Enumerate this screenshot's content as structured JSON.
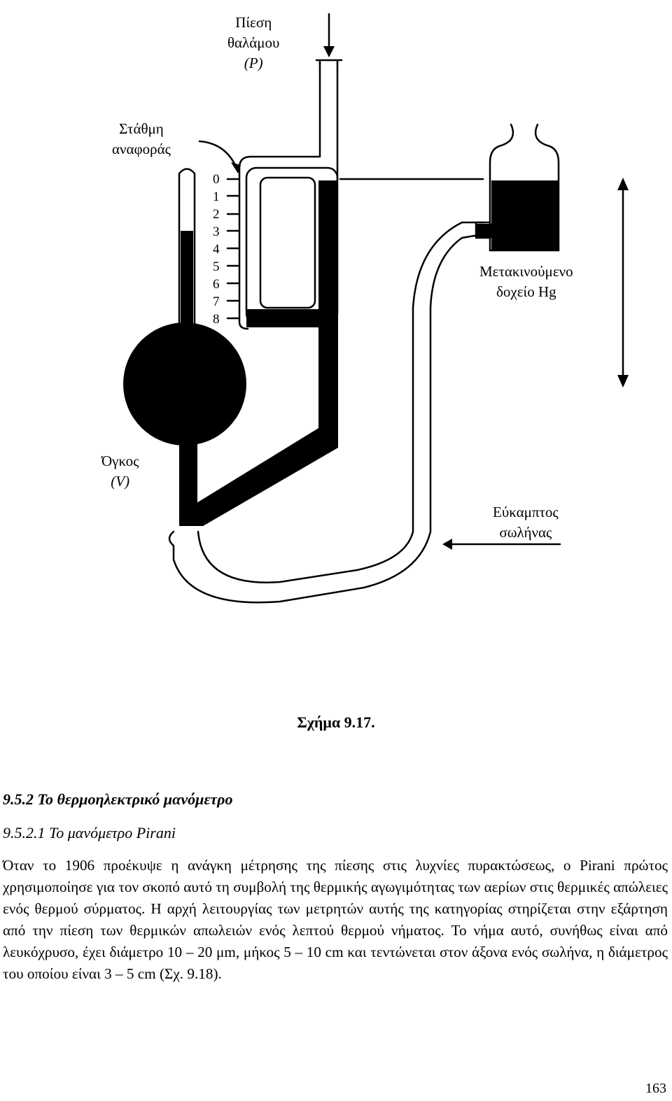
{
  "figure": {
    "labels": {
      "chamber_pressure": [
        "Πίεση",
        "θαλάμου",
        "(P)"
      ],
      "reference_level": [
        "Στάθμη",
        "αναφοράς"
      ],
      "movable_reservoir": [
        "Μετακινούμενο",
        "δοχείο  Hg"
      ],
      "volume": [
        "Όγκος",
        "(V)"
      ],
      "flexible_tube": [
        "Εύκαμπτος",
        "σωλήνας"
      ]
    },
    "scale_marks": [
      "0",
      "1",
      "2",
      "3",
      "4",
      "5",
      "6",
      "7",
      "8"
    ]
  },
  "caption": "Σχήμα 9.17.",
  "section_heading": "9.5.2  Το θερμοηλεκτρικό μανόμετρο",
  "subsection_heading": "9.5.2.1  Το μανόμετρο Pirani",
  "paragraph": "Όταν το 1906 προέκυψε η ανάγκη μέτρησης της πίεσης στις λυχνίες πυρακτώσεως, ο Pirani πρώτος χρησιμοποίησε για τον σκοπό αυτό τη συμβολή της θερμικής αγωγιμότητας των αερίων στις θερμικές απώλειες ενός θερμού σύρματος. Η αρχή λειτουργίας των μετρητών αυτής της κατηγορίας στηρίζεται στην εξάρτηση από την πίεση των θερμικών απωλειών ενός λεπτού θερμού νήματος. Το νήμα αυτό, συνήθως είναι από λευκόχρυσο, έχει διάμετρο 10 – 20 μm, μήκος 5 – 10 cm και τεντώνεται στον άξονα ενός σωλήνα, η διάμετρος του οποίου είναι 3 – 5 cm (Σχ. 9.18).",
  "page_number": "163"
}
